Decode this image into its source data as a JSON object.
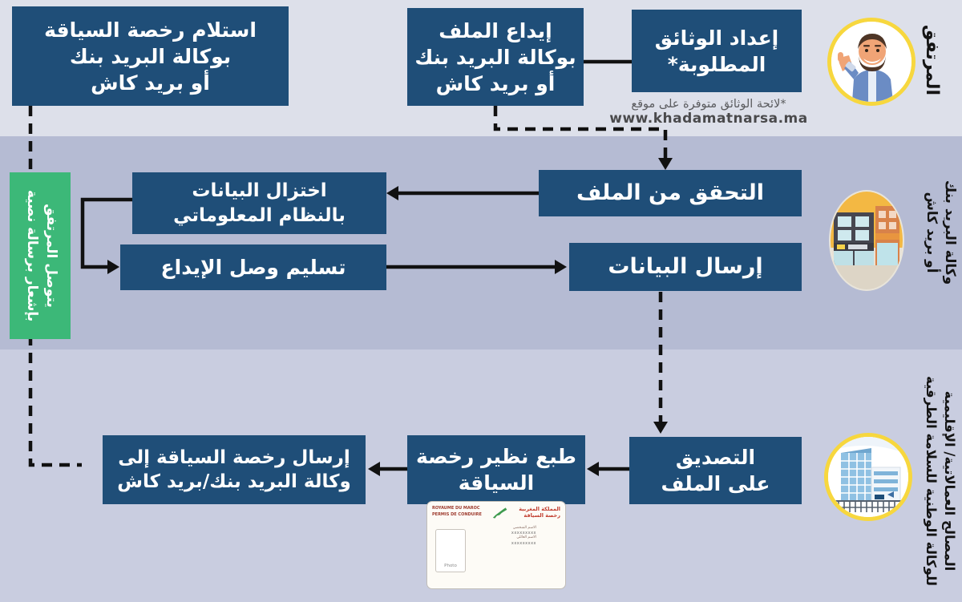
{
  "colors": {
    "lane_citizen_bg": "#dde0ea",
    "lane_post_bg": "#b5bbd3",
    "lane_narsa_bg": "#c9cde0",
    "process_box_bg": "#1f4e78",
    "process_box_text": "#ffffff",
    "sms_note_bg": "#3cb878",
    "avatar_ring": "#f7d73e",
    "connector": "#111111"
  },
  "lanes": {
    "citizen": {
      "label_lines": [
        "المرتفق"
      ]
    },
    "post_office": {
      "label_lines": [
        "وكالة البريد بنك",
        "أو بريد كاش"
      ]
    },
    "narsa": {
      "label_lines": [
        "المصالح العمالاتية/ الإقليمية",
        "للوكالة الوطنية للسلامة الطرقية"
      ]
    }
  },
  "boxes": {
    "prepare_documents": {
      "lines": [
        "إعداد الوثائق",
        "المطلوبة*"
      ]
    },
    "deposit_file": {
      "lines": [
        "إيداع الملف",
        "بوكالة البريد بنك",
        "أو بريد كاش"
      ]
    },
    "receive_license": {
      "lines": [
        "استلام رخصة السياقة",
        "بوكالة البريد بنك",
        "أو بريد كاش"
      ]
    },
    "verify_file": {
      "lines": [
        "التحقق من الملف"
      ]
    },
    "data_entry": {
      "lines": [
        "اختزال البيانات",
        "بالنظام المعلوماتي"
      ]
    },
    "send_data": {
      "lines": [
        "إرسال البيانات"
      ]
    },
    "deliver_receipt": {
      "lines": [
        "تسليم وصل الإيداع"
      ]
    },
    "certify_file": {
      "lines": [
        "التصديق",
        "على الملف"
      ]
    },
    "print_license": {
      "lines": [
        "طبع نظير رخصة",
        "السياقة"
      ]
    },
    "send_license": {
      "lines": [
        "إرسال رخصة السياقة إلى",
        "وكالة البريد بنك/بريد كاش"
      ]
    }
  },
  "sms_note": {
    "lines": [
      "يتوصل المرتفق",
      "بإشعار برسالة نصية"
    ]
  },
  "footnote": {
    "line1": "*لائحة الوثائق متوفرة على موقع",
    "line2": "www.khadamatnarsa.ma"
  },
  "license_card": {
    "country_fr": "ROYAUME DU MAROC",
    "doc_fr": "PERMIS DE CONDUIRE",
    "country_ar": "المملكة المغربية",
    "doc_ar": "رخصة السياقة",
    "photo_label": "Photo",
    "field_value": "xxxxxxxxx"
  }
}
